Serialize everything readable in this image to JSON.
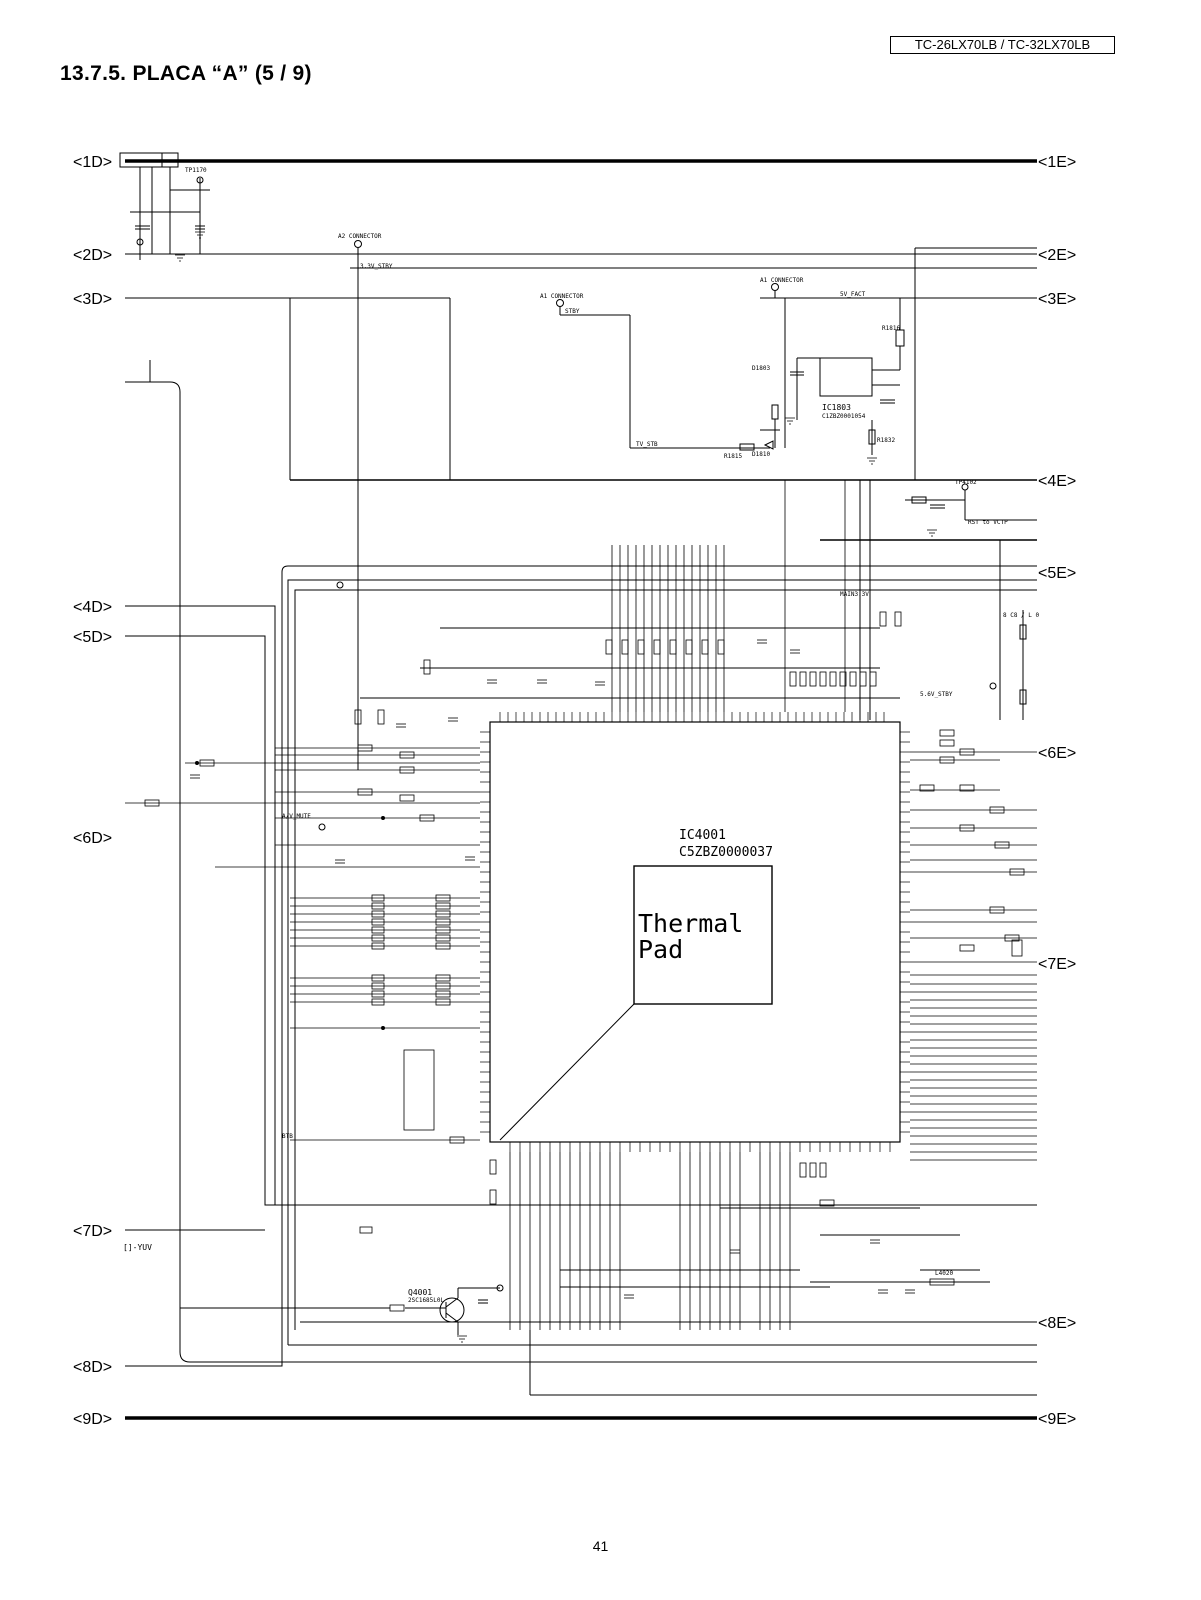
{
  "header": {
    "model": "TC-26LX70LB / TC-32LX70LB",
    "section_title": "13.7.5. PLACA “A” (5 / 9)",
    "page_number": "41"
  },
  "connectors_left": [
    "<1D>",
    "<2D>",
    "<3D>",
    "<4D>",
    "<5D>",
    "<6D>",
    "<7D>",
    "<8D>",
    "<9D>"
  ],
  "connectors_right": [
    "<1E>",
    "<2E>",
    "<3E>",
    "<4E>",
    "<5E>",
    "<6E>",
    "<7E>",
    "<8E>",
    "<9E>"
  ],
  "ic": {
    "ref": "IC4001",
    "part": "C5ZBZ0000037",
    "pad_line1": "Thermal",
    "pad_line2": "Pad"
  },
  "regulator": {
    "ref": "IC1803",
    "part": "C1ZBZ0001054"
  },
  "transistor": {
    "ref": "Q4001",
    "part": "2SC1685L0L"
  },
  "labels": {
    "a2_connector": "A2 CONNECTOR",
    "stby_33v": "3.3V_STBY",
    "a1_connector_left": "A1 CONNECTOR",
    "stby": "STBY",
    "tv_stb": "TV_STB",
    "a1_connector_right": "A1 CONNECTOR",
    "fact_5v": "5V_FACT",
    "rst_to_vctp": "RST to VCTP",
    "tp4102": "TP4102",
    "main_33v": "MAIN3.3V",
    "stby_5v": "5.6V_STBY",
    "yuv": "[]-YUV",
    "thermal_note": "8 C8 / L 0",
    "d1803": "D1803",
    "d1810": "D1810",
    "r1815": "R1815",
    "r1816": "R1816",
    "r1832": "R1832",
    "tp1170": "TP1170",
    "ac_mute": "A/V_MUTE",
    "btb": "BTB",
    "l4020": "L4020"
  },
  "colors": {
    "ink": "#000000",
    "paper": "#ffffff"
  }
}
